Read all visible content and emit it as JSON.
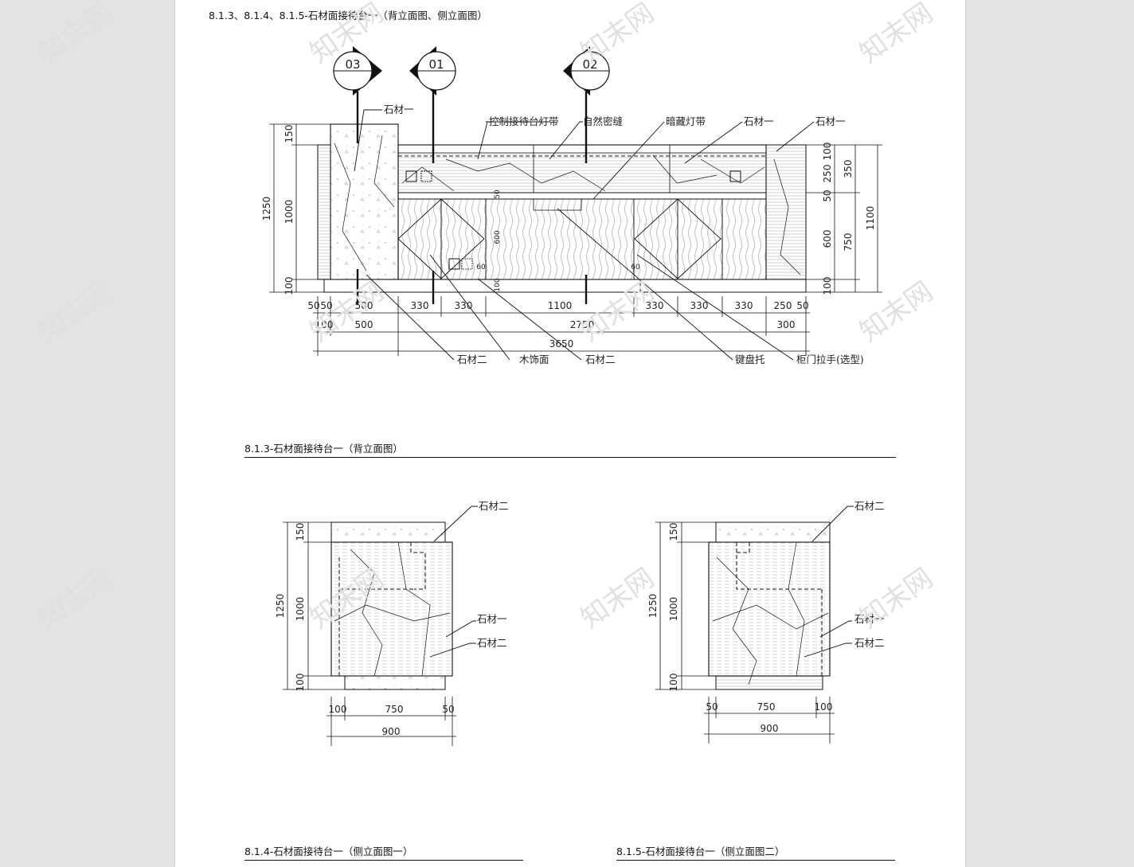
{
  "page_title": "8.1.3、8.1.4、8.1.5-石材面接待台一（背立面图、侧立面图）",
  "sections": {
    "back": "8.1.3-石材面接待台一（背立面图）",
    "side1": "8.1.4-石材面接待台一（侧立面图一）",
    "side2": "8.1.5-石材面接待台一（侧立面图二）"
  },
  "markers": [
    "03",
    "01",
    "02"
  ],
  "back_labels": {
    "stone1_top": "石材一",
    "control_led": "控制接待台灯带",
    "natural_seam": "自然密缝",
    "hidden_led": "暗藏灯带",
    "stone1_b": "石材一",
    "stone1_c": "石材一",
    "stone2_a": "石材二",
    "wood": "木饰面",
    "stone2_b": "石材二",
    "keyboard": "键盘托",
    "handle": "柜门拉手(选型)"
  },
  "back_dims": {
    "left": [
      "150",
      "1250",
      "1000",
      "100"
    ],
    "right_inner": [
      "100",
      "250",
      "50",
      "600",
      "100"
    ],
    "right_outer": [
      "350",
      "750",
      "1100"
    ],
    "row1": [
      "50",
      "50",
      "500",
      "330",
      "330",
      "1100",
      "330",
      "330",
      "330",
      "250",
      "50"
    ],
    "row2": [
      "100",
      "500",
      "2750",
      "300"
    ],
    "row3": "3650",
    "inner": [
      "50",
      "600",
      "60",
      "100",
      "60"
    ]
  },
  "side1": {
    "labels": [
      "石材二",
      "石材一",
      "石材二"
    ],
    "dims": [
      "150",
      "1250",
      "1000",
      "100",
      "100",
      "750",
      "50",
      "900"
    ]
  },
  "side2": {
    "labels": [
      "石材二",
      "石材一",
      "石材二"
    ],
    "dims": [
      "150",
      "1250",
      "1000",
      "100",
      "50",
      "750",
      "100",
      "900"
    ]
  },
  "watermark": "知末网"
}
